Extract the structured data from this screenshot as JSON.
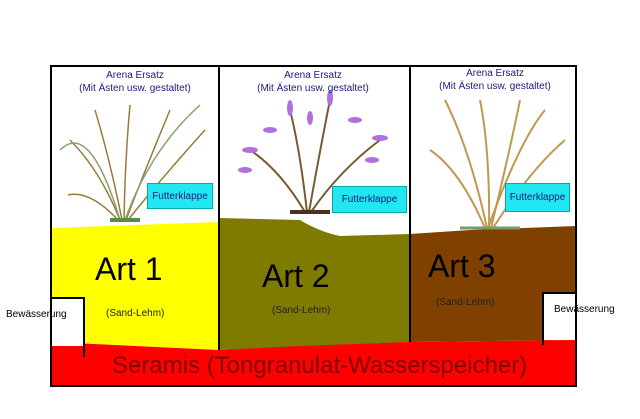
{
  "columns": [
    {
      "arena_title": "Arena Ersatz",
      "arena_subtitle": "(Mit Ästen usw. gestaltet)",
      "feed_hatch": "Futterklappe",
      "species": "Art 1",
      "substrate": "(Sand-Lehm)",
      "soil_color": "#ffff00"
    },
    {
      "arena_title": "Arena Ersatz",
      "arena_subtitle": "(Mit Ästen usw. gestaltet)",
      "feed_hatch": "Futterklappe",
      "species": "Art 2",
      "substrate": "(Sand-Lehm)",
      "soil_color": "#7f7a00"
    },
    {
      "arena_title": "Arena Ersatz",
      "arena_subtitle": "(Mit Ästen usw. gestaltet)",
      "feed_hatch": "Futterklappe",
      "species": "Art 3",
      "substrate": "(Sand-Lehm)",
      "soil_color": "#7f4000"
    }
  ],
  "irrigation": {
    "left": "Bewässerung",
    "right": "Bewässerung"
  },
  "reservoir": {
    "label": "Seramis (Tongranulat-Wasserspeicher)",
    "color": "#ff0000"
  }
}
